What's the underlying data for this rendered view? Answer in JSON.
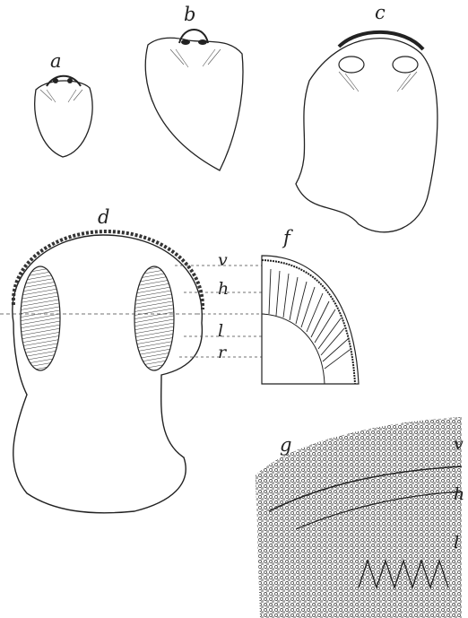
{
  "figure_labels": {
    "a": "a",
    "b": "b",
    "c": "c",
    "d": "d",
    "f": "f",
    "g": "g"
  },
  "layer_labels": {
    "v": "v",
    "h": "h",
    "l": "l",
    "r": "r"
  },
  "detail_labels": {
    "v": "v",
    "h": "h",
    "l": "l"
  },
  "colors": {
    "ink": "#222222",
    "paper": "#ffffff"
  }
}
